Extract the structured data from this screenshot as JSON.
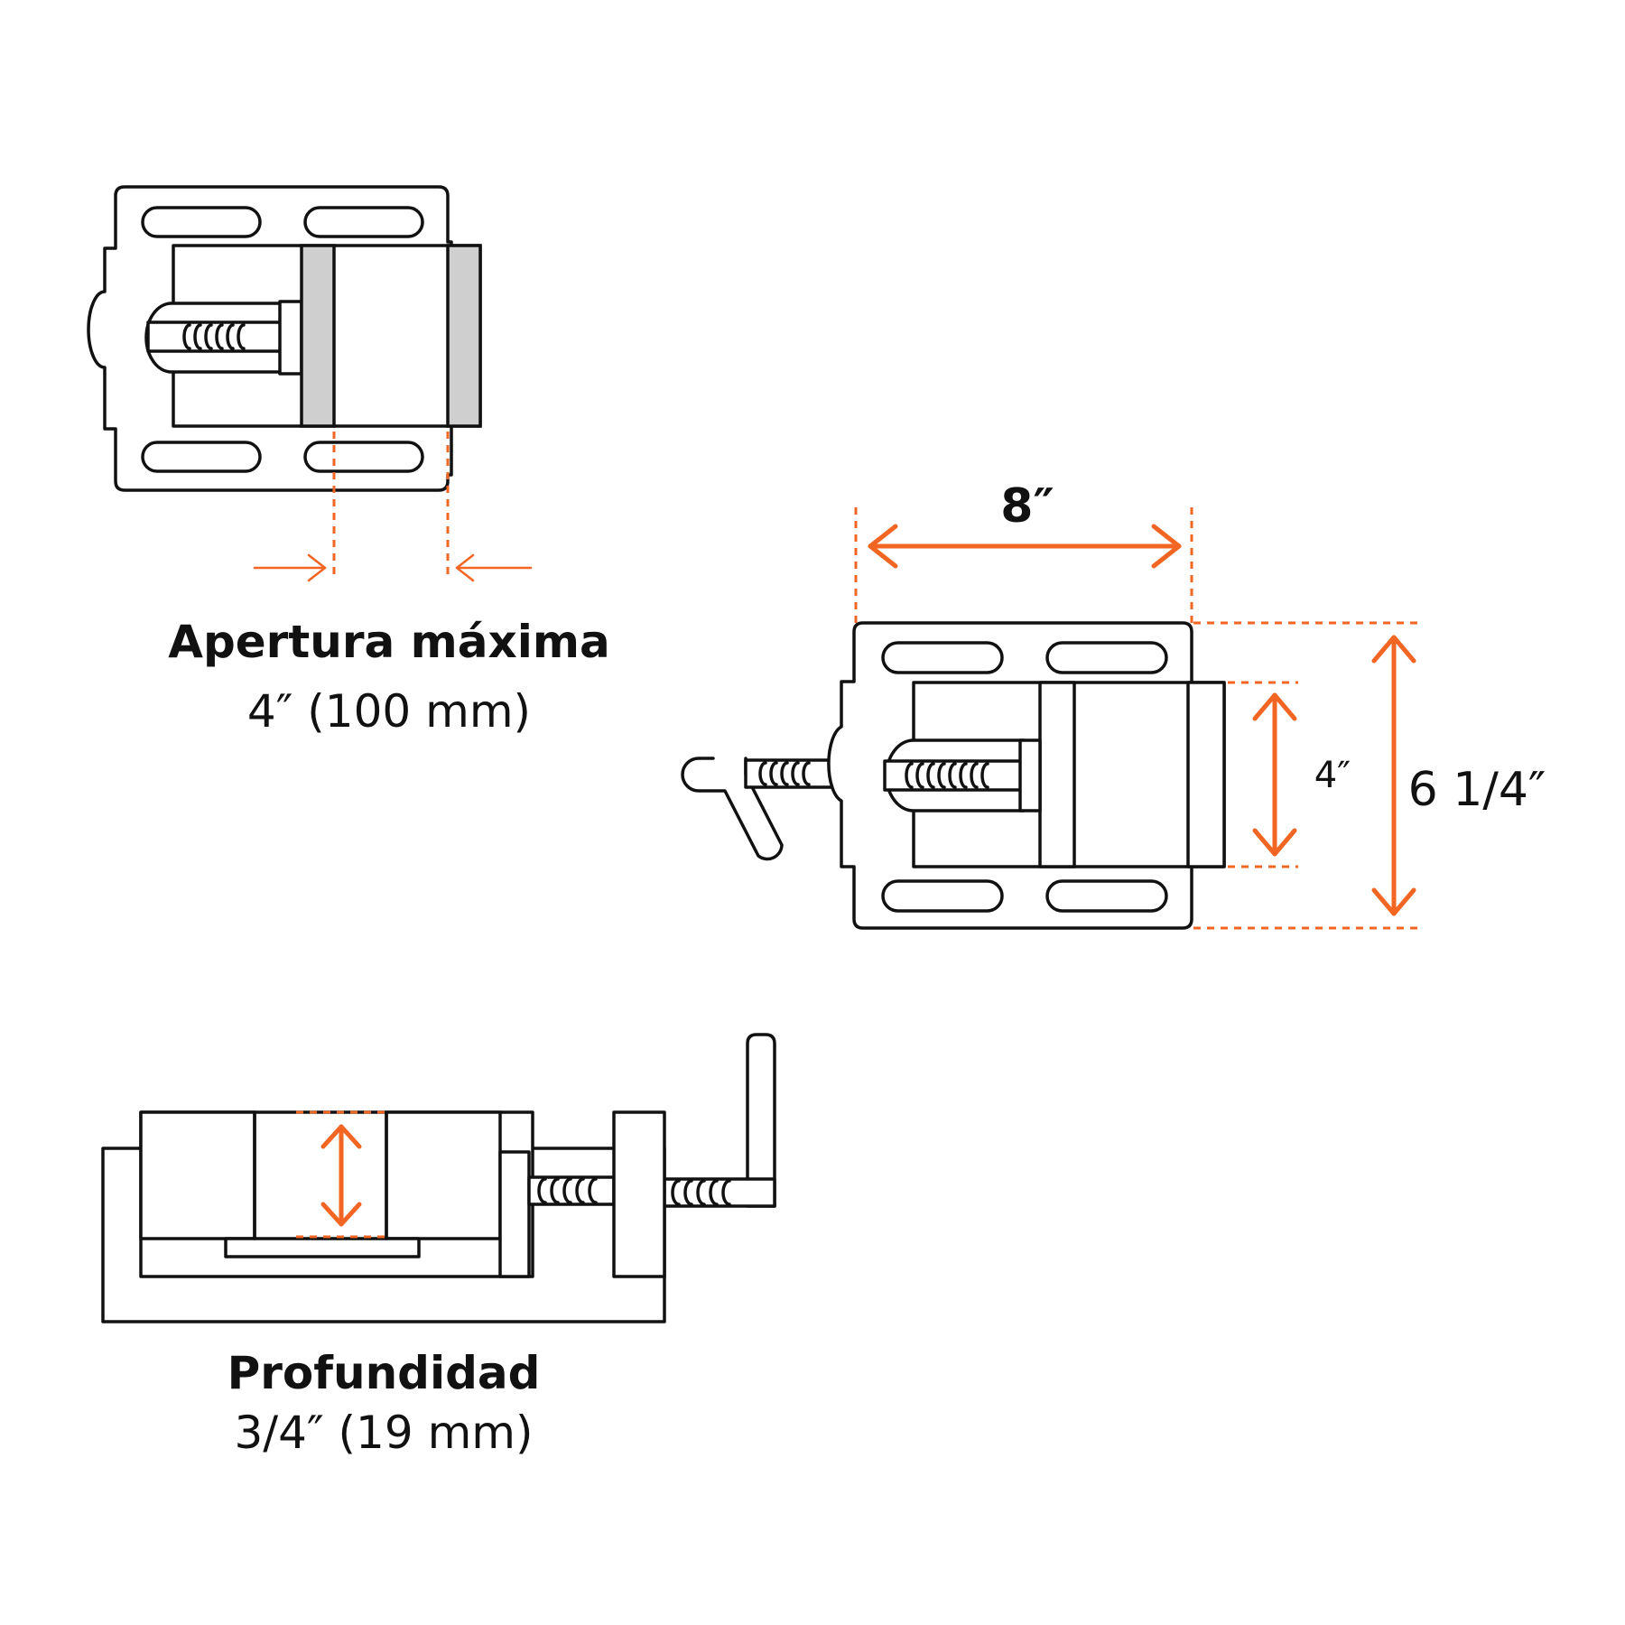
{
  "colors": {
    "outline": "#111111",
    "accent": "#f26522",
    "jaw_fill": "#cfcfcf",
    "background": "#ffffff"
  },
  "views": {
    "top_view_opening": {
      "caption_title": "Apertura máxima",
      "caption_value": "4″  (100 mm)"
    },
    "top_view_dimensions": {
      "width_label": "8″",
      "jaw_width_label": "4″",
      "depth_label": "6 1/4″"
    },
    "side_view": {
      "caption_title": "Profundidad",
      "caption_value": "3/4″ (19 mm)"
    }
  }
}
